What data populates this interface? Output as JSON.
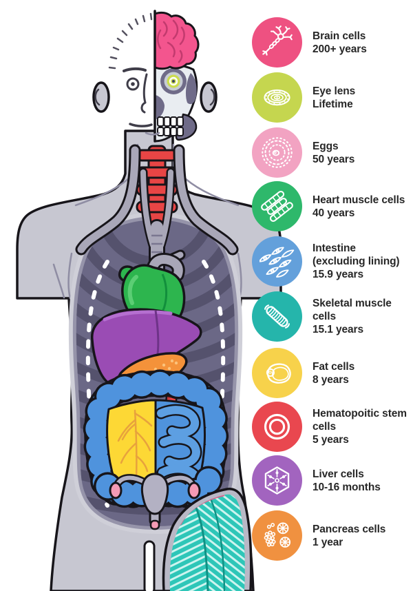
{
  "figure": {
    "name": "human-body-organ-cutaway",
    "colors": {
      "body": "#c7c7d1",
      "outline": "#17151a",
      "cavity": "#6b6886",
      "ribs": "#55526d",
      "skull": "#e9edf1",
      "skull_shadow": "#6f6b88",
      "brain": "#f3558e",
      "lens": "#ccdc4e",
      "spine": "#e84545",
      "vessels": "#a9a7b8",
      "heart": "#2db54e",
      "heart_highlight": "#5bce74",
      "liver": "#9a4cb4",
      "pancreas": "#f4923a",
      "colon": "#4f93dd",
      "small_intestine": "#5d9fe2",
      "omentum": "#fdd835",
      "omentum_veins": "#e8a23d",
      "uterus": "#b3b1c3",
      "ovaries": "#f49ab5",
      "muscle": "#2ec6b8",
      "muscle_band": "#b9b8c6"
    }
  },
  "legend": {
    "text_color": "#272727",
    "items": [
      {
        "label": "Brain cells",
        "lifespan": "200+ years",
        "color": "#ee5181",
        "icon": "neuron-icon"
      },
      {
        "label": "Eye lens",
        "lifespan": "Lifetime",
        "color": "#c5d64f",
        "icon": "eye-lens-icon"
      },
      {
        "label": "Eggs",
        "lifespan": "50 years",
        "color": "#f2a3c2",
        "icon": "egg-cell-icon"
      },
      {
        "label": "Heart muscle cells",
        "lifespan": "40 years",
        "color": "#2eb86b",
        "icon": "cardiac-muscle-icon"
      },
      {
        "label": "Intestine\n(excluding lining)",
        "lifespan": "15.9 years",
        "color": "#63a0db",
        "icon": "intestine-cells-icon"
      },
      {
        "label": "Skeletal muscle\ncells",
        "lifespan": "15.1 years",
        "color": "#25b5ab",
        "icon": "muscle-fiber-icon"
      },
      {
        "label": "Fat cells",
        "lifespan": "8 years",
        "color": "#f7d24b",
        "icon": "fat-cell-icon"
      },
      {
        "label": "Hematopoitic stem\ncells",
        "lifespan": "5 years",
        "color": "#e9474f",
        "icon": "stem-cell-icon"
      },
      {
        "label": "Liver cells",
        "lifespan": "10-16 months",
        "color": "#a264bf",
        "icon": "liver-lobule-icon"
      },
      {
        "label": "Pancreas cells",
        "lifespan": "1 year",
        "color": "#f09140",
        "icon": "pancreas-cells-icon"
      }
    ]
  }
}
